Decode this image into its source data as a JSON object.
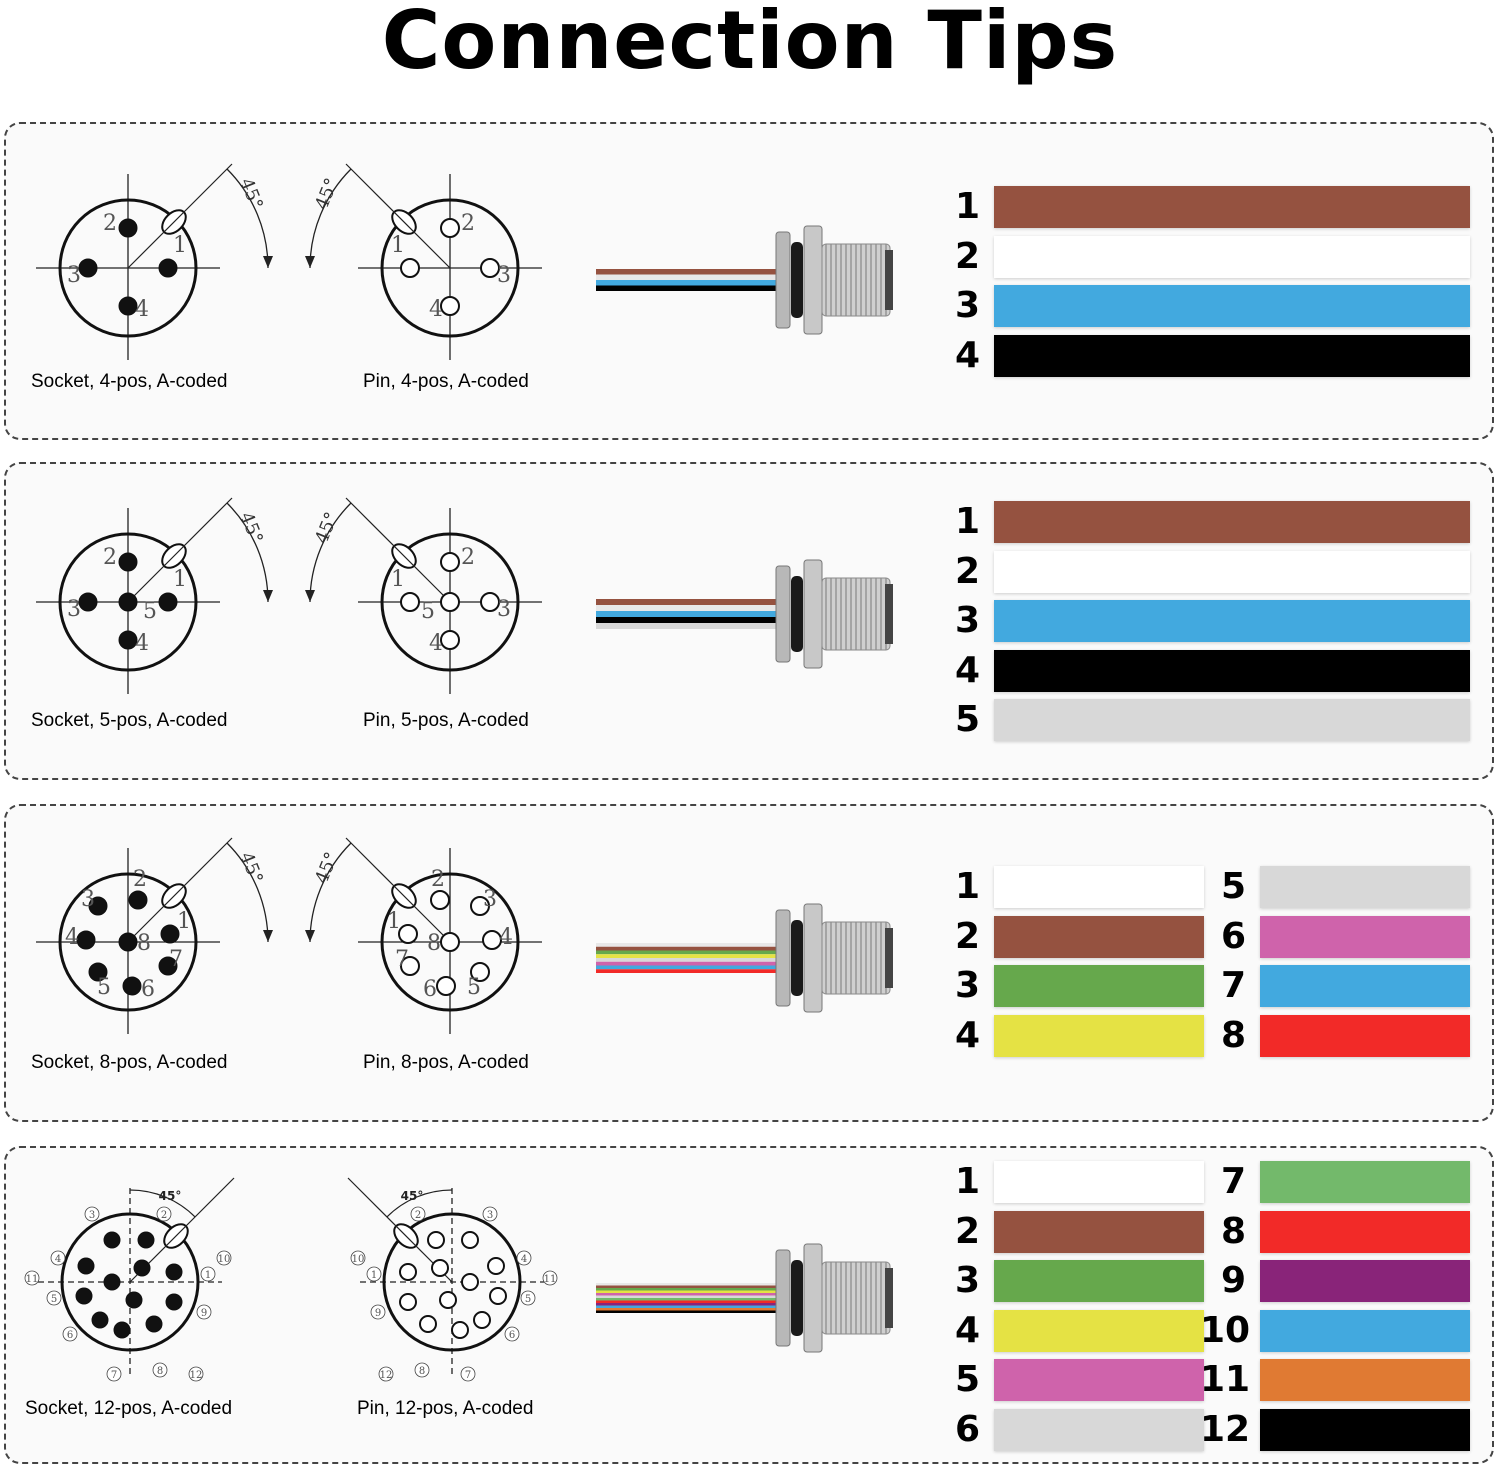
{
  "title": "Connection Tips",
  "panels": [
    {
      "socket_label": "Socket, 4-pos, A-coded",
      "pin_label": "Pin, 4-pos, A-coded",
      "angle_label": "45°",
      "socket_pin_numbers": [
        "1",
        "2",
        "3",
        "4"
      ],
      "pin_pin_numbers": [
        "1",
        "2",
        "3",
        "4"
      ],
      "wires": [
        {
          "num": "1",
          "color": "#955240"
        },
        {
          "num": "2",
          "color": "#ffffff"
        },
        {
          "num": "3",
          "color": "#42a9df"
        },
        {
          "num": "4",
          "color": "#000000"
        }
      ]
    },
    {
      "socket_label": "Socket, 5-pos, A-coded",
      "pin_label": "Pin, 5-pos, A-coded",
      "angle_label": "45°",
      "socket_pin_numbers": [
        "1",
        "2",
        "3",
        "4",
        "5"
      ],
      "pin_pin_numbers": [
        "1",
        "2",
        "3",
        "4",
        "5"
      ],
      "wires": [
        {
          "num": "1",
          "color": "#955240"
        },
        {
          "num": "2",
          "color": "#ffffff"
        },
        {
          "num": "3",
          "color": "#42a9df"
        },
        {
          "num": "4",
          "color": "#000000"
        },
        {
          "num": "5",
          "color": "#d8d8d8"
        }
      ]
    },
    {
      "socket_label": "Socket, 8-pos, A-coded",
      "pin_label": "Pin, 8-pos, A-coded",
      "angle_label": "45°",
      "socket_pin_numbers": [
        "1",
        "2",
        "3",
        "4",
        "5",
        "6",
        "7",
        "8"
      ],
      "pin_pin_numbers": [
        "1",
        "2",
        "3",
        "4",
        "5",
        "6",
        "7",
        "8"
      ],
      "wires": [
        {
          "num": "1",
          "color": "#ffffff"
        },
        {
          "num": "2",
          "color": "#955240"
        },
        {
          "num": "3",
          "color": "#66a84c"
        },
        {
          "num": "4",
          "color": "#e5e244"
        },
        {
          "num": "5",
          "color": "#d8d8d8"
        },
        {
          "num": "6",
          "color": "#cf63ab"
        },
        {
          "num": "7",
          "color": "#42a9df"
        },
        {
          "num": "8",
          "color": "#f22a28"
        }
      ]
    },
    {
      "socket_label": "Socket, 12-pos, A-coded",
      "pin_label": "Pin, 12-pos, A-coded",
      "angle_label": "45°",
      "socket_pin_numbers": [
        "1",
        "2",
        "3",
        "4",
        "5",
        "6",
        "7",
        "8",
        "9",
        "10",
        "11",
        "12"
      ],
      "pin_pin_numbers": [
        "1",
        "2",
        "3",
        "4",
        "5",
        "6",
        "7",
        "8",
        "9",
        "10",
        "11",
        "12"
      ],
      "wires": [
        {
          "num": "1",
          "color": "#ffffff"
        },
        {
          "num": "2",
          "color": "#955240"
        },
        {
          "num": "3",
          "color": "#66a84c"
        },
        {
          "num": "4",
          "color": "#e5e244"
        },
        {
          "num": "5",
          "color": "#cf63ab"
        },
        {
          "num": "6",
          "color": "#d8d8d8"
        },
        {
          "num": "7",
          "color": "#73b96b"
        },
        {
          "num": "8",
          "color": "#f22a28"
        },
        {
          "num": "9",
          "color": "#892479"
        },
        {
          "num": "10",
          "color": "#42a9df"
        },
        {
          "num": "11",
          "color": "#e07a33"
        },
        {
          "num": "12",
          "color": "#000000"
        }
      ]
    }
  ]
}
